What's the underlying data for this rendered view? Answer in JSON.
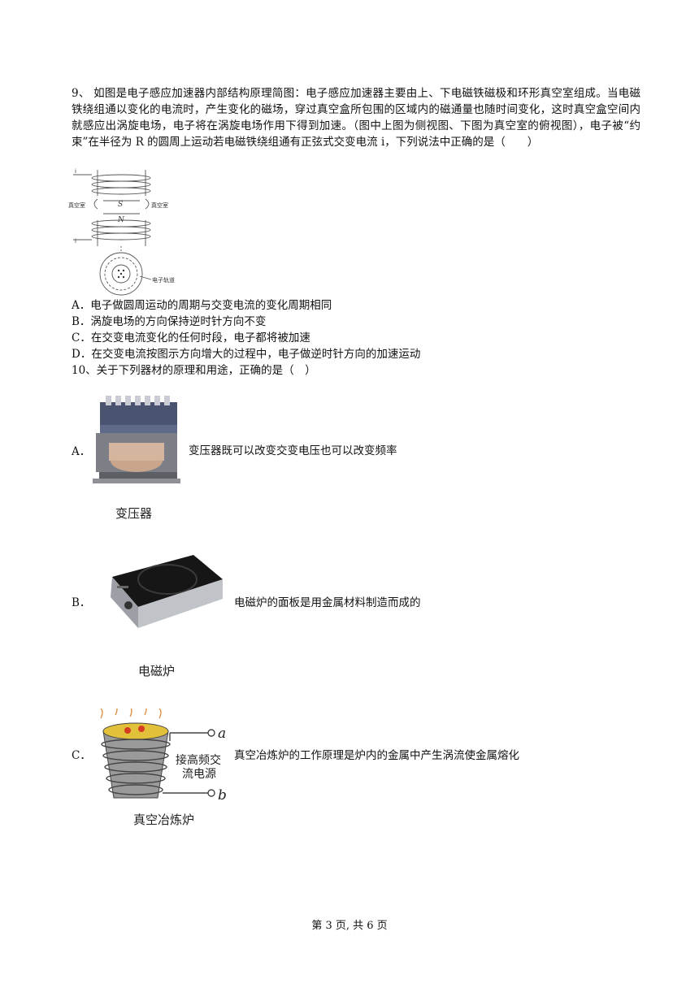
{
  "q9": {
    "number": "9、",
    "stem": "如图是电子感应加速器内部结构原理简图：电子感应加速器主要由上、下电磁铁磁极和环形真空室组成。当电磁铁绕组通以变化的电流时，产生变化的磁场，穿过真空盒所包围的区域内的磁通量也随时间变化，这时真空盒空间内就感应出涡旋电场，电子将在涡旋电场作用下得到加速。（图中上图为侧视图、下图为真空室的俯视图），电子被“约束”在半径为 R 的圆周上运动若电磁铁绕组通有正弦式交变电流 i，下列说法中正确的是（　　）",
    "figure": {
      "label_i_top": "i",
      "label_i_bottom": "i",
      "label_left": "真空室",
      "label_right": "真空室",
      "label_S": "S",
      "label_N": "N",
      "label_orbit": "电子轨道"
    },
    "options": [
      "A．电子做圆周运动的周期与交变电流的变化周期相同",
      "B．涡旋电场的方向保持逆时针方向不变",
      "C．在交变电流变化的任何时段，电子都将被加速",
      "D．在交变电流按图示方向增大的过程中，电子做逆时针方向的加速运动"
    ]
  },
  "q10": {
    "stem": "10、关于下列器材的原理和用途，正确的是（　）",
    "items": [
      {
        "letter": "A．",
        "caption": "变压器",
        "text": "变压器既可以改变交变电压也可以改变频率"
      },
      {
        "letter": "B．",
        "caption": "电磁炉",
        "text": "电磁炉的面板是用金属材料制造而成的"
      },
      {
        "letter": "C．",
        "caption": "真空冶炼炉",
        "text": "真空冶炼炉的工作原理是炉内的金属中产生涡流使金属熔化",
        "label_a": "a",
        "label_b": "b",
        "power_label_1": "接高频交",
        "power_label_2": "流电源"
      }
    ]
  },
  "footer": "第 3 页, 共 6 页"
}
